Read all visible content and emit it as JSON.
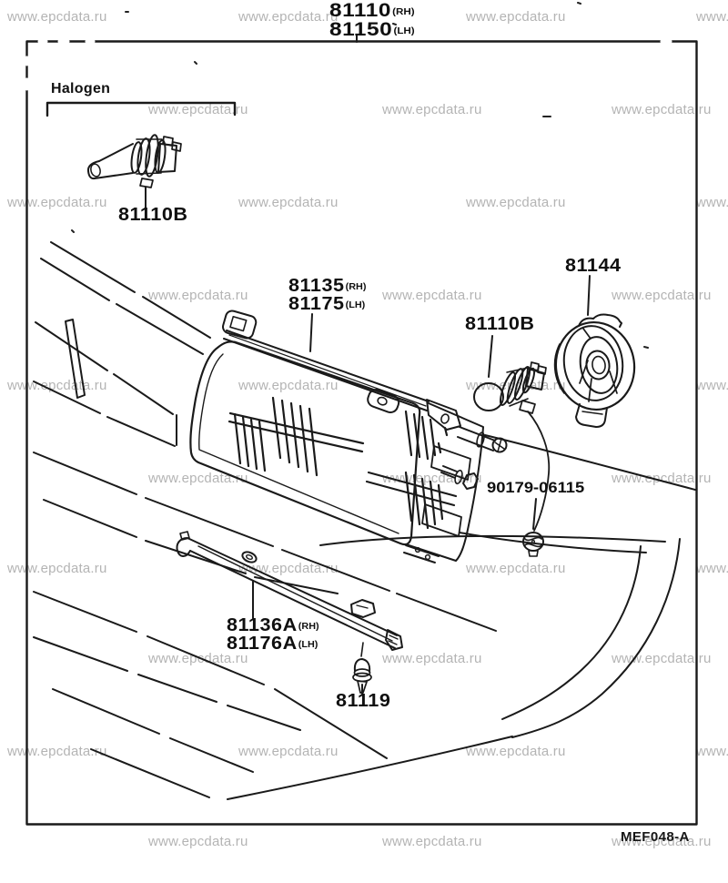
{
  "page": {
    "background": "#ffffff",
    "ink": "#1a1a1a"
  },
  "watermark": {
    "text": "www.epcdata.ru",
    "color": "#b4b4b4"
  },
  "diagram_code": "MEF048-A",
  "callouts": {
    "assembly": {
      "rh": "81110",
      "rh_tag": "(RH)",
      "lh": "81150",
      "lh_tag": "(LH)"
    },
    "halogen_caption": "Halogen",
    "bulb_front": "81110B",
    "headlamp_unit": {
      "rh": "81135",
      "rh_tag": "(RH)",
      "lh": "81175",
      "lh_tag": "(LH)"
    },
    "bulb_side": "81110B",
    "retainer_ring": "81144",
    "mounting_nut": "90179-06115",
    "moulding": {
      "rh": "81136A",
      "rh_tag": "(RH)",
      "lh": "81176A",
      "lh_tag": "(LH)"
    },
    "moulding_screw": "81119"
  }
}
